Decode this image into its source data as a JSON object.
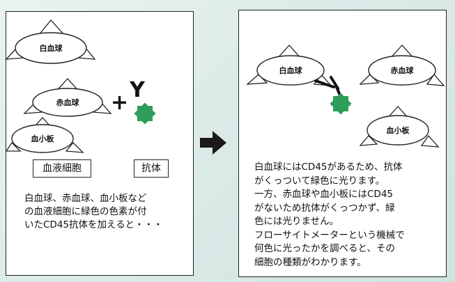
{
  "left": {
    "cells": {
      "wbc": "白血球",
      "rbc": "赤血球",
      "platelet": "血小板"
    },
    "plus": "+",
    "antibody_symbol": "Y",
    "box_cells": "血液細胞",
    "box_antibody": "抗体",
    "description": "白血球、赤血球、血小板など\nの血液細胞に緑色の色素が付\nいたCD45抗体を加えると・・・"
  },
  "right": {
    "cells": {
      "wbc": "白血球",
      "rbc": "赤血球",
      "platelet": "血小板"
    },
    "description": "白血球にはCD45があるため、抗体\nがくっついて緑色に光ります。\n一方、赤血球や血小板にはCD45\nがないため抗体がくっつかず、緑\n色には光りません。\nフローサイトメーターという機械で\n何色に光ったかを調べると、その\n細胞の種類がわかります。"
  },
  "colors": {
    "dye": "#2e9e5a",
    "arrow": "#1a1a1a"
  }
}
